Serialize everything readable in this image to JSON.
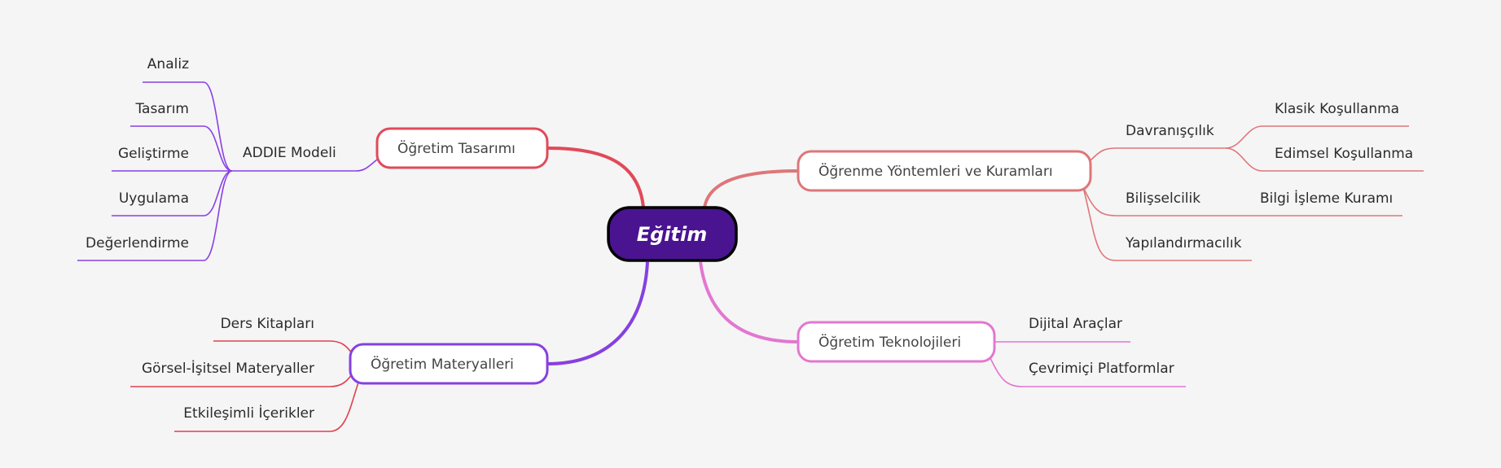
{
  "colors": {
    "background": "#f5f5f5",
    "root_fill": "#4a1491",
    "root_stroke": "#000000",
    "ogretim_tasarimi": "#e04a5a",
    "ogrenme_yontemleri": "#de7679",
    "ogretim_teknolojileri": "#e277d0",
    "ogretim_materyalleri": "#8640e0",
    "addie": "#8a3fe6",
    "materyal_leaf": "#e0404f"
  },
  "root": {
    "label": "Eğitim"
  },
  "branches": {
    "ogretim_tasarimi": {
      "label": "Öğretim Tasarımı",
      "addie": {
        "label": "ADDIE Modeli",
        "leaves": [
          "Analiz",
          "Tasarım",
          "Geliştirme",
          "Uygulama",
          "Değerlendirme"
        ]
      }
    },
    "ogrenme_yontemleri": {
      "label": "Öğrenme Yöntemleri ve Kuramları",
      "davranisci": {
        "label": "Davranışçılık",
        "leaves": [
          "Klasik Koşullanma",
          "Edimsel Koşullanma"
        ]
      },
      "bilisselcilik": {
        "label": "Bilişselcilik",
        "leaves": [
          "Bilgi İşleme Kuramı"
        ]
      },
      "yapilandirmacilik": {
        "label": "Yapılandırmacılık"
      }
    },
    "ogretim_teknolojileri": {
      "label": "Öğretim Teknolojileri",
      "leaves": [
        "Dijital Araçlar",
        "Çevrimiçi Platformlar"
      ]
    },
    "ogretim_materyalleri": {
      "label": "Öğretim Materyalleri",
      "leaves": [
        "Ders Kitapları",
        "Görsel-İşitsel Materyaller",
        "Etkileşimli İçerikler"
      ]
    }
  }
}
